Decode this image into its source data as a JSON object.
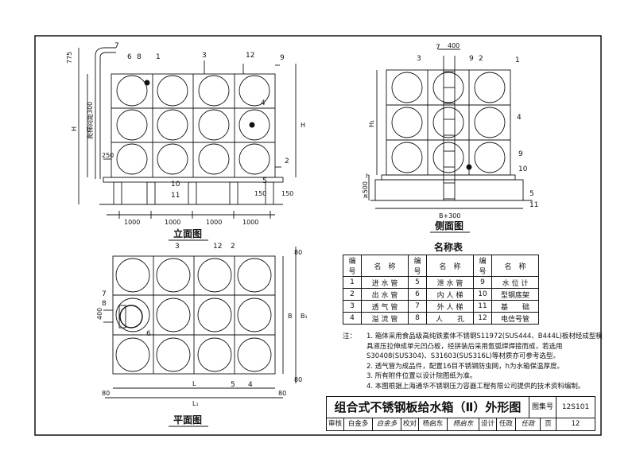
{
  "views": {
    "elevation_caption": "立面图",
    "side_caption": "侧面图",
    "plan_caption": "平面图"
  },
  "dimensions": {
    "d775": "775",
    "d1000": "1000",
    "d150": "150",
    "d250": "250",
    "d400": "400",
    "d80": "80",
    "d500": "≥500",
    "h": "h",
    "H": "H",
    "H1": "H₁",
    "B": "B",
    "B1": "B₁",
    "L": "L",
    "L1": "L₁",
    "B300": "B+300",
    "ladder": "爬梯间距300"
  },
  "callouts": [
    "1",
    "2",
    "3",
    "4",
    "5",
    "6",
    "7",
    "8",
    "9",
    "10",
    "11",
    "12"
  ],
  "names_table": {
    "title": "名称表",
    "header_num": "编号",
    "header_name": "名　称",
    "rows": [
      [
        {
          "n": "1",
          "t": "进 水 管"
        },
        {
          "n": "5",
          "t": "泄 水 管"
        },
        {
          "n": "9",
          "t": "水 位 计"
        }
      ],
      [
        {
          "n": "2",
          "t": "出 水 管"
        },
        {
          "n": "6",
          "t": "内 人 梯"
        },
        {
          "n": "10",
          "t": "型钢底架"
        }
      ],
      [
        {
          "n": "3",
          "t": "透 气 管"
        },
        {
          "n": "7",
          "t": "外 人 梯"
        },
        {
          "n": "11",
          "t": "基　　础"
        }
      ],
      [
        {
          "n": "4",
          "t": "溢 流 管"
        },
        {
          "n": "8",
          "t": "人　　孔"
        },
        {
          "n": "12",
          "t": "电信号管"
        }
      ]
    ]
  },
  "notes": {
    "prefix": "注：",
    "items": [
      "1. 箱体采用食品级高纯铁素体不锈钢S11972(SUS444、B444L)板材经成型模具液压拉伸成单元凹凸板，经拼装后采用氩弧焊焊接而成，若选用S30408(SUS304)、S31603(SUS316L)等材质亦可参考选型。",
      "2. 透气管为成品件，配置16目不锈钢防虫网，h为水箱保温厚度。",
      "3. 所有附件位置以设计院图纸为准。",
      "4. 本图根据上海通华不锈钢压力容器工程有限公司提供的技术资料编制。"
    ]
  },
  "title_block": {
    "title": "组合式不锈钢板给水箱（Ⅱ）外形图",
    "atlas_label": "图集号",
    "atlas_value": "12S101",
    "review_label": "审核",
    "review_name": "白金多",
    "review_sign": "白金多",
    "check_label": "校对",
    "check_name": "杨启东",
    "check_sign": "杨启东",
    "design_label": "设计",
    "design_name": "任政",
    "design_sign": "任政",
    "page_label": "页",
    "page_value": "12"
  }
}
